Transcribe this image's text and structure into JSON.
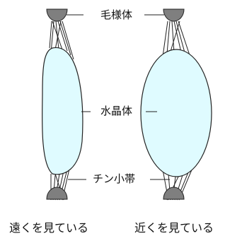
{
  "labels": {
    "ciliary_body": "毛様体",
    "lens": "水晶体",
    "zonule": "チン小帯"
  },
  "captions": {
    "far": "遠くを見ている",
    "near": "近くを見ている"
  },
  "colors": {
    "lens_fill": "#dffbff",
    "ciliary_fill": "#7f7f7f",
    "stroke": "#222222"
  }
}
